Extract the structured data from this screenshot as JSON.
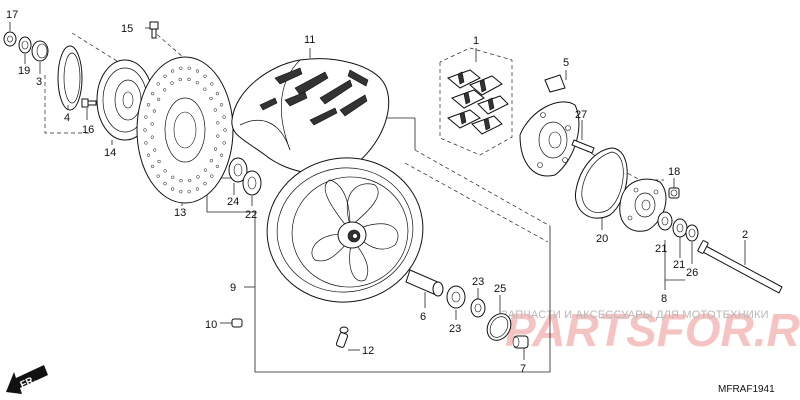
{
  "callouts": {
    "c1": "1",
    "c2": "2",
    "c3": "3",
    "c4": "4",
    "c5": "5",
    "c6": "6",
    "c7": "7",
    "c8": "8",
    "c9": "9",
    "c10": "10",
    "c11": "11",
    "c12": "12",
    "c13": "13",
    "c14": "14",
    "c15": "15",
    "c16": "16",
    "c17": "17",
    "c18": "18",
    "c19": "19",
    "c20": "20",
    "c21a": "21",
    "c21b": "21",
    "c22": "22",
    "c23a": "23",
    "c23b": "23",
    "c24": "24",
    "c25": "25",
    "c26": "26",
    "c27": "27"
  },
  "front_arrow_label": "FR.",
  "diagram_code": "MFRAF1941",
  "watermark": {
    "tagline": "ЗАПЧАСТИ И АКСЕССУАРЫ ДЛЯ МОТОТЕХНИКИ",
    "logo": "PARTSFOR.RU"
  }
}
